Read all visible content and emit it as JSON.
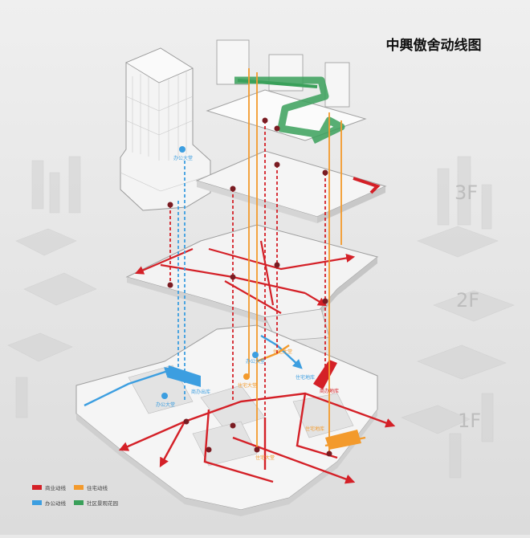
{
  "title": "中興傲舍动线图",
  "floors": {
    "f3": "3F",
    "f2": "2F",
    "f1": "1F"
  },
  "labels": {
    "office_hall_tower": "办公大堂",
    "office_hall_1f": "办公大堂",
    "office_entrance": "商办出库",
    "office_lobby_mid": "办公大堂",
    "residence_hall_a": "住宅大堂",
    "residence_hall_b": "住宅大堂",
    "residence_hall_c": "住宅大堂",
    "residence_garage": "住宅地库",
    "commercial_garage": "商办地库",
    "residence_garage_entry": "住宅地库"
  },
  "legend": [
    {
      "label": "商业动线",
      "color": "#d42027"
    },
    {
      "label": "住宅动线",
      "color": "#f39a2c"
    },
    {
      "label": "办公动线",
      "color": "#3c9ee0"
    },
    {
      "label": "社区景观花园",
      "color": "#3aa05a"
    }
  ],
  "colors": {
    "commercial": "#d42027",
    "residential": "#f39a2c",
    "office": "#3c9ee0",
    "garden": "#3aa05a",
    "marker": "#7a1c22"
  }
}
